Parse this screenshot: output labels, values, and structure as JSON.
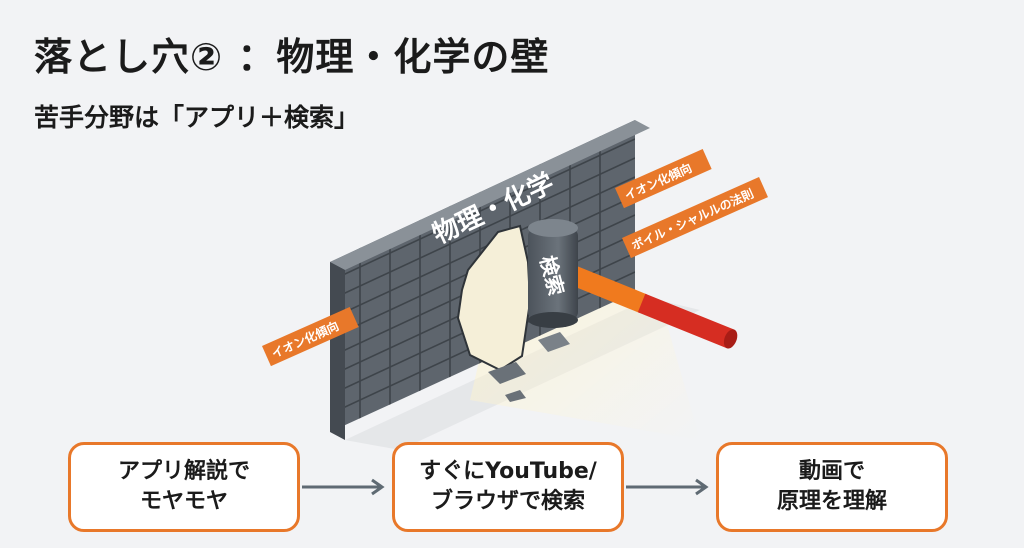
{
  "header": {
    "title": "落とし穴② ：物理・化学の壁",
    "subtitle": "苦手分野は「アプリ＋検索」"
  },
  "wall": {
    "label": "物理・化学",
    "tags": [
      "イオン化傾向",
      "ボイル・シャルルの法則",
      "イオン化傾向"
    ]
  },
  "hammer": {
    "label": "検索"
  },
  "flow": {
    "steps": [
      "アプリ解説で\nモヤモヤ",
      "すぐにYouTube/\nブラウザで検索",
      "動画で\n原理を理解"
    ]
  },
  "colors": {
    "accent": "#e8782a",
    "wall": "#5e656d",
    "handle_orange": "#f07a1e",
    "handle_red": "#d62d22"
  }
}
